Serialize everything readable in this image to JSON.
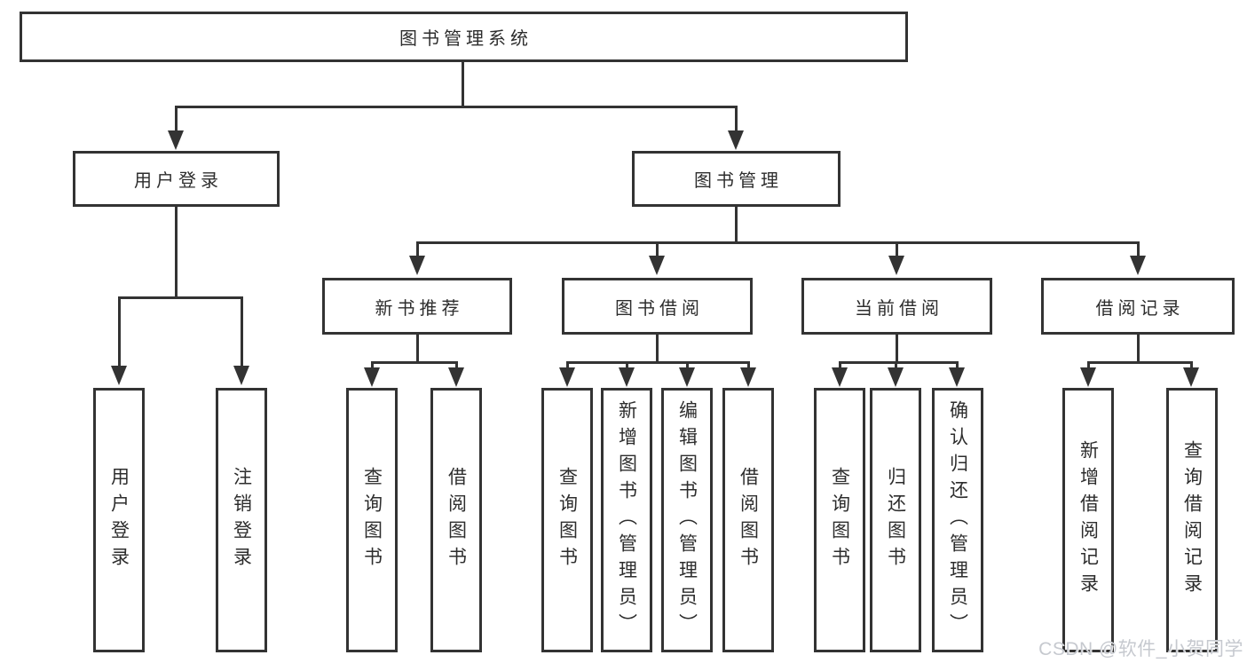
{
  "nodes": {
    "root": "图书管理系统",
    "level2": [
      "用户登录",
      "图书管理"
    ],
    "level3": [
      "新书推荐",
      "图书借阅",
      "当前借阅",
      "借阅记录"
    ],
    "level4": {
      "login": [
        "用户登录",
        "注销登录"
      ],
      "recommend": [
        "查询图书",
        "借阅图书"
      ],
      "borrow": [
        "查询图书",
        "新增图书（管理员）",
        "编辑图书（管理员）",
        "借阅图书"
      ],
      "current": [
        "查询图书",
        "归还图书",
        "确认归还（管理员）"
      ],
      "records": [
        "新增借阅记录",
        "查询借阅记录"
      ]
    }
  },
  "watermark": "CSDN @软件_小贺同学",
  "colors": {
    "line": "#333333",
    "box_border": "#333333",
    "box_fill": "#ffffff",
    "text": "#2d2d2d",
    "watermark": "#c6c9cf",
    "background": "#ffffff"
  }
}
